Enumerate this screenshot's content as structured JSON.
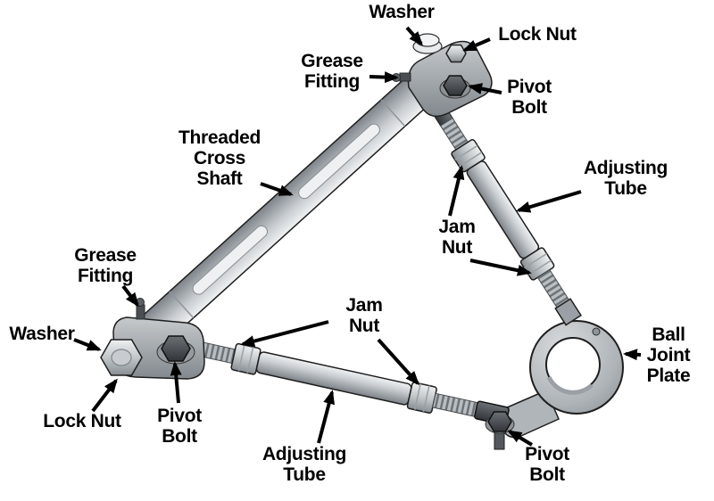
{
  "page": {
    "background": "#ffffff",
    "label_color": "#000000",
    "line_color": "#000000",
    "metal_light": "#eceeef",
    "metal_mid": "#b6babe",
    "metal_dark": "#35383b"
  },
  "diagram": {
    "labels": {
      "washer_top": "Washer",
      "lock_nut_top": "Lock Nut",
      "grease_fitting_top": "Grease\nFitting",
      "pivot_bolt_top": "Pivot\nBolt",
      "threaded_cross_shaft": "Threaded\nCross\nShaft",
      "adjusting_tube_right": "Adjusting\nTube",
      "jam_nut_right": "Jam\nNut",
      "grease_fitting_left": "Grease\nFitting",
      "washer_left": "Washer",
      "lock_nut_left": "Lock Nut",
      "pivot_bolt_left": "Pivot\nBolt",
      "jam_nut_bottom": "Jam\nNut",
      "adjusting_tube_bottom": "Adjusting\nTube",
      "pivot_bolt_bottom": "Pivot\nBolt",
      "ball_joint_plate": "Ball\nJoint\nPlate"
    }
  }
}
